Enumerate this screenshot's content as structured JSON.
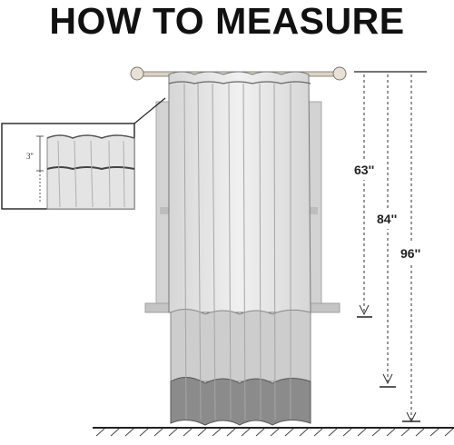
{
  "title": "HOW TO MEASURE",
  "inset": {
    "header_label": "3''"
  },
  "measurements": [
    {
      "label": "63''"
    },
    {
      "label": "84''"
    },
    {
      "label": "96''"
    }
  ],
  "colors": {
    "curtain_top": "#e9e9e9",
    "curtain_mid": "#cfcfcf",
    "curtain_bottom": "#8c8c8c",
    "window_frame": "#c8c8c8",
    "line": "#333333"
  }
}
